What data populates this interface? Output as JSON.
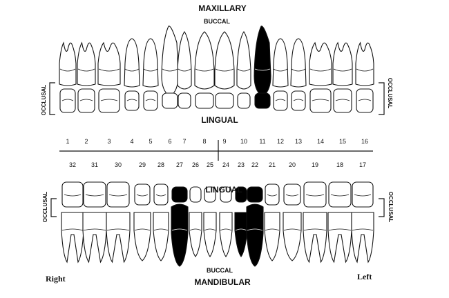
{
  "labels": {
    "maxillary": "MAXILLARY",
    "buccal_top": "BUCCAL",
    "lingual_top": "LINGUAL",
    "lingual_bottom": "LINGUAL",
    "buccal_bottom": "BUCCAL",
    "mandibular": "MANDIBULAR",
    "occlusal": "OCCLUSAL",
    "right": "Right",
    "left": "Left"
  },
  "upper_numbers": [
    "1",
    "2",
    "3",
    "4",
    "5",
    "6",
    "7",
    "8",
    "9",
    "10",
    "11",
    "12",
    "13",
    "14",
    "15",
    "16"
  ],
  "lower_numbers": [
    "32",
    "31",
    "30",
    "29",
    "28",
    "27",
    "26",
    "25",
    "24",
    "23",
    "22",
    "21",
    "20",
    "19",
    "18",
    "17"
  ],
  "upper_marked_teeth": [
    "11"
  ],
  "lower_marked_teeth": [
    "27",
    "23",
    "22"
  ],
  "colors": {
    "ink": "#111111",
    "paper": "#ffffff",
    "marked": "#000000"
  }
}
